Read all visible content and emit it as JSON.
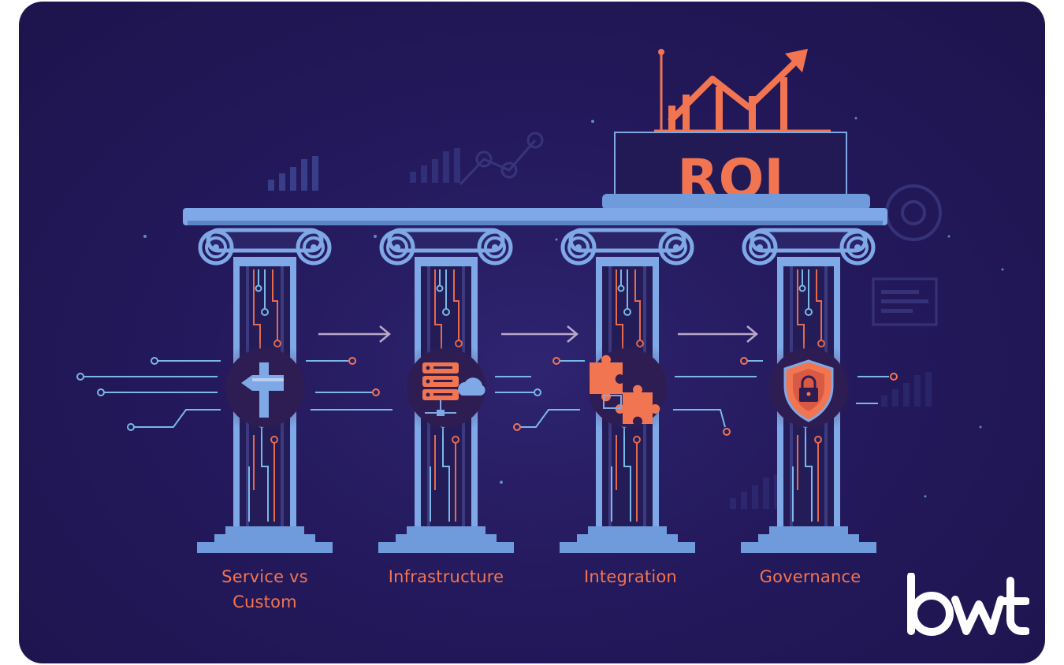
{
  "banner": {
    "roi_label": "ROI"
  },
  "pillars": [
    {
      "label_line1": "Service vs",
      "label_line2": "Custom",
      "icon": "signpost-icon"
    },
    {
      "label_line1": "Infrastructure",
      "label_line2": "",
      "icon": "server-cloud-icon"
    },
    {
      "label_line1": "Integration",
      "label_line2": "",
      "icon": "puzzle-pieces-icon"
    },
    {
      "label_line1": "Governance",
      "label_line2": "",
      "icon": "shield-lock-icon"
    }
  ],
  "brand": {
    "logo_text": "bwt"
  },
  "colors": {
    "background": "#221858",
    "pillar_blue": "#6f9bdc",
    "accent_orange": "#f27552",
    "circuit_teal": "#7ab8e8"
  }
}
